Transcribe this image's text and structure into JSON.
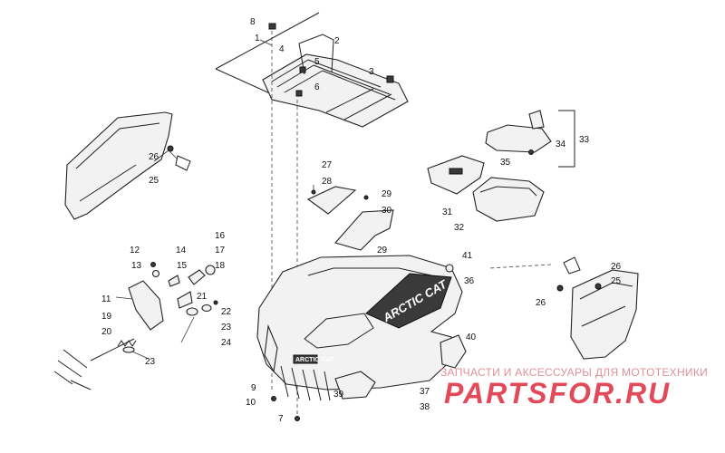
{
  "diagram": {
    "part_numbers": [
      "1",
      "2",
      "3",
      "4",
      "5",
      "6",
      "7",
      "8",
      "9",
      "10",
      "11",
      "12",
      "13",
      "14",
      "15",
      "16",
      "17",
      "18",
      "19",
      "20",
      "21",
      "22",
      "23",
      "24",
      "25",
      "26",
      "27",
      "28",
      "29",
      "30",
      "31",
      "32",
      "33",
      "34",
      "35",
      "36",
      "37",
      "38",
      "39",
      "40",
      "41"
    ],
    "decal_text": "ARCTIC CAT",
    "badge_text": "ARCTIC CAT"
  },
  "watermark": {
    "tagline": "ЗАПЧАСТИ И АКСЕССУАРЫ ДЛЯ МОТОТЕХНИКИ",
    "brand": "PARTSFOR.RU",
    "color": "#e24a5a"
  }
}
